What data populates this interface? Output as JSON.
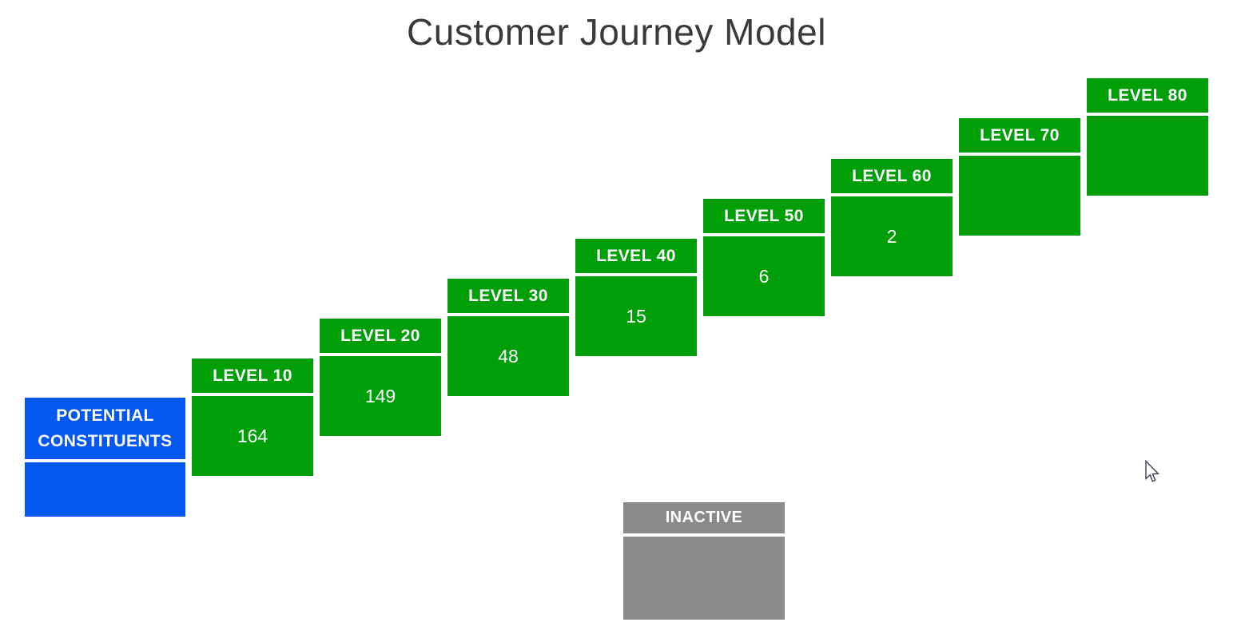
{
  "colors": {
    "background": "#FFFFFF",
    "title_text": "#3A3A3A",
    "stage_label_text": "#FFFFFF",
    "active_green": "#009E08",
    "potential_blue": "#0457EF",
    "inactive_gray": "#8A8A8A"
  },
  "chart_data": {
    "type": "funnel",
    "title": "Customer Journey Model",
    "layout": {
      "arrangement": "staircase ascending left-to-right",
      "detached_stage": "INACTIVE shown below the staircase",
      "legend": "none",
      "axes": "none"
    },
    "stages": [
      {
        "label": "POTENTIAL CONSTITUENTS",
        "value": null,
        "color": "#0457EF"
      },
      {
        "label": "LEVEL 10",
        "value": 164,
        "color": "#009E08"
      },
      {
        "label": "LEVEL 20",
        "value": 149,
        "color": "#009E08"
      },
      {
        "label": "LEVEL 30",
        "value": 48,
        "color": "#009E08"
      },
      {
        "label": "LEVEL 40",
        "value": 15,
        "color": "#009E08"
      },
      {
        "label": "LEVEL 50",
        "value": 6,
        "color": "#009E08"
      },
      {
        "label": "LEVEL 60",
        "value": 2,
        "color": "#009E08"
      },
      {
        "label": "LEVEL 70",
        "value": null,
        "color": "#009E08"
      },
      {
        "label": "LEVEL 80",
        "value": null,
        "color": "#009E08"
      },
      {
        "label": "INACTIVE",
        "value": null,
        "color": "#8A8A8A"
      }
    ]
  },
  "cursor": {
    "icon": "arrow-pointer"
  }
}
